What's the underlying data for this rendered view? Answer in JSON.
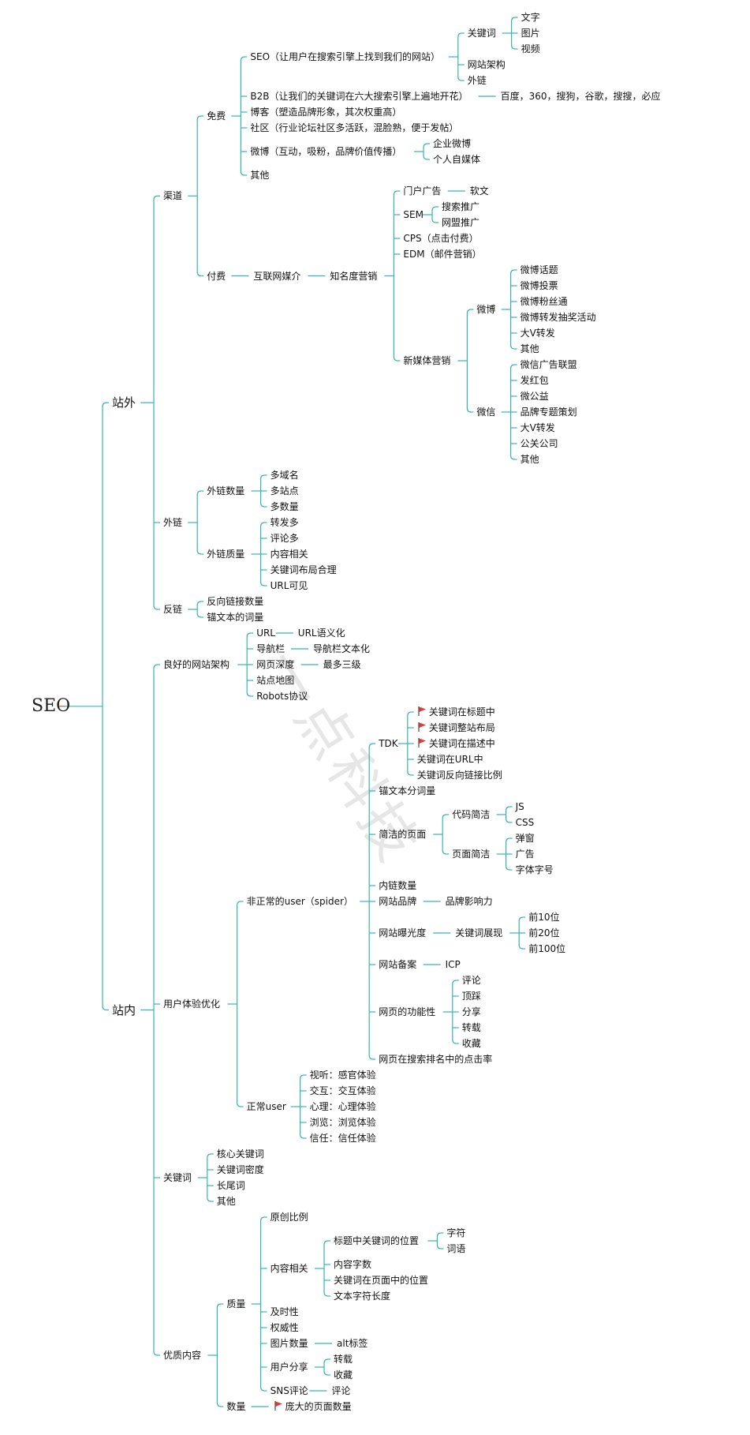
{
  "colors": {
    "line": "#35b5b0",
    "root_line": "#d9534f",
    "text": "#111111",
    "flag": "#e53935",
    "watermark": "#e6e6e6"
  },
  "watermark": "一点科技",
  "tree": {
    "label": "SEO",
    "children": [
      {
        "label": "站外",
        "children": [
          {
            "label": "渠道",
            "children": [
              {
                "label": "免费",
                "children": [
                  {
                    "label": "SEO（让用户在搜索引擎上找到我们的网站）",
                    "children": [
                      {
                        "label": "关键词",
                        "children": [
                          {
                            "label": "文字"
                          },
                          {
                            "label": "图片"
                          },
                          {
                            "label": "视频"
                          }
                        ]
                      },
                      {
                        "label": "网站架构"
                      },
                      {
                        "label": "外链"
                      }
                    ]
                  },
                  {
                    "label": "B2B（让我们的关键词在六大搜索引擎上遍地开花）",
                    "children": [
                      {
                        "label": "百度，360，搜狗，谷歌，搜搜，必应"
                      }
                    ]
                  },
                  {
                    "label": "博客（塑造品牌形象，其次权重高）"
                  },
                  {
                    "label": "社区（行业论坛社区多活跃，混脸熟，便于发帖）"
                  },
                  {
                    "label": "微博（互动，吸粉，品牌价值传播）",
                    "children": [
                      {
                        "label": "企业微博"
                      },
                      {
                        "label": "个人自媒体"
                      }
                    ]
                  },
                  {
                    "label": "其他"
                  }
                ]
              },
              {
                "label": "付费",
                "children": [
                  {
                    "label": "互联网媒介",
                    "children": [
                      {
                        "label": "知名度营销",
                        "children": [
                          {
                            "label": "门户广告",
                            "children": [
                              {
                                "label": "软文"
                              }
                            ]
                          },
                          {
                            "label": "SEM",
                            "children": [
                              {
                                "label": "搜索推广"
                              },
                              {
                                "label": "网盟推广"
                              }
                            ]
                          },
                          {
                            "label": "CPS（点击付费）"
                          },
                          {
                            "label": "EDM（邮件营销）"
                          },
                          {
                            "label": "新媒体营销",
                            "children": [
                              {
                                "label": "微博",
                                "children": [
                                  {
                                    "label": "微博话题"
                                  },
                                  {
                                    "label": "微博投票"
                                  },
                                  {
                                    "label": "微博粉丝通"
                                  },
                                  {
                                    "label": "微博转发抽奖活动"
                                  },
                                  {
                                    "label": "大V转发"
                                  },
                                  {
                                    "label": "其他"
                                  }
                                ]
                              },
                              {
                                "label": "微信",
                                "children": [
                                  {
                                    "label": "微信广告联盟"
                                  },
                                  {
                                    "label": "发红包"
                                  },
                                  {
                                    "label": "微公益"
                                  },
                                  {
                                    "label": "品牌专题策划"
                                  },
                                  {
                                    "label": "大V转发"
                                  },
                                  {
                                    "label": "公关公司"
                                  },
                                  {
                                    "label": "其他"
                                  }
                                ]
                              }
                            ]
                          }
                        ]
                      }
                    ]
                  }
                ]
              }
            ]
          },
          {
            "label": "外链",
            "children": [
              {
                "label": "外链数量",
                "children": [
                  {
                    "label": "多域名"
                  },
                  {
                    "label": "多站点"
                  },
                  {
                    "label": "多数量"
                  }
                ]
              },
              {
                "label": "外链质量",
                "children": [
                  {
                    "label": "转发多"
                  },
                  {
                    "label": "评论多"
                  },
                  {
                    "label": "内容相关"
                  },
                  {
                    "label": "关键词布局合理"
                  },
                  {
                    "label": "URL可见"
                  }
                ]
              }
            ]
          },
          {
            "label": "反链",
            "children": [
              {
                "label": "反向链接数量"
              },
              {
                "label": "锚文本的词量"
              }
            ]
          }
        ]
      },
      {
        "label": "站内",
        "children": [
          {
            "label": "良好的网站架构",
            "children": [
              {
                "label": "URL",
                "children": [
                  {
                    "label": "URL语义化"
                  }
                ]
              },
              {
                "label": "导航栏",
                "children": [
                  {
                    "label": "导航栏文本化"
                  }
                ]
              },
              {
                "label": "网页深度",
                "children": [
                  {
                    "label": "最多三级"
                  }
                ]
              },
              {
                "label": "站点地图"
              },
              {
                "label": "Robots协议"
              }
            ]
          },
          {
            "label": "用户体验优化",
            "children": [
              {
                "label": "非正常的user（spider）",
                "children": [
                  {
                    "label": "TDK",
                    "children": [
                      {
                        "label": "关键词在标题中",
                        "flag": true
                      },
                      {
                        "label": "关键词整站布局",
                        "flag": true
                      },
                      {
                        "label": "关键词在描述中",
                        "flag": true
                      },
                      {
                        "label": "关键词在URL中"
                      },
                      {
                        "label": "关键词反向链接比例"
                      }
                    ]
                  },
                  {
                    "label": "锚文本分词量"
                  },
                  {
                    "label": "简洁的页面",
                    "children": [
                      {
                        "label": "代码简洁",
                        "children": [
                          {
                            "label": "JS"
                          },
                          {
                            "label": "CSS"
                          }
                        ]
                      },
                      {
                        "label": "页面简洁",
                        "children": [
                          {
                            "label": "弹窗"
                          },
                          {
                            "label": "广告"
                          },
                          {
                            "label": "字体字号"
                          }
                        ]
                      }
                    ]
                  },
                  {
                    "label": "内链数量"
                  },
                  {
                    "label": "网站品牌",
                    "children": [
                      {
                        "label": "品牌影响力"
                      }
                    ]
                  },
                  {
                    "label": "网站曝光度",
                    "children": [
                      {
                        "label": "关键词展现",
                        "children": [
                          {
                            "label": "前10位"
                          },
                          {
                            "label": "前20位"
                          },
                          {
                            "label": "前100位"
                          }
                        ]
                      }
                    ]
                  },
                  {
                    "label": "网站备案",
                    "children": [
                      {
                        "label": "ICP"
                      }
                    ]
                  },
                  {
                    "label": "网页的功能性",
                    "children": [
                      {
                        "label": "评论"
                      },
                      {
                        "label": "顶踩"
                      },
                      {
                        "label": "分享"
                      },
                      {
                        "label": "转载"
                      },
                      {
                        "label": "收藏"
                      }
                    ]
                  },
                  {
                    "label": "网页在搜索排名中的点击率"
                  }
                ]
              },
              {
                "label": "正常user",
                "children": [
                  {
                    "label": "视听：感官体验"
                  },
                  {
                    "label": "交互：交互体验"
                  },
                  {
                    "label": "心理：心理体验"
                  },
                  {
                    "label": "浏览：浏览体验"
                  },
                  {
                    "label": "信任：信任体验"
                  }
                ]
              }
            ]
          },
          {
            "label": "关键词",
            "children": [
              {
                "label": "核心关键词"
              },
              {
                "label": "关键词密度"
              },
              {
                "label": "长尾词"
              },
              {
                "label": "其他"
              }
            ]
          },
          {
            "label": "优质内容",
            "children": [
              {
                "label": "质量",
                "children": [
                  {
                    "label": "原创比例"
                  },
                  {
                    "label": "内容相关",
                    "children": [
                      {
                        "label": "标题中关键词的位置",
                        "children": [
                          {
                            "label": "字符"
                          },
                          {
                            "label": "词语"
                          }
                        ]
                      },
                      {
                        "label": "内容字数"
                      },
                      {
                        "label": "关键词在页面中的位置"
                      },
                      {
                        "label": "文本字符长度"
                      }
                    ]
                  },
                  {
                    "label": "及时性"
                  },
                  {
                    "label": "权威性"
                  },
                  {
                    "label": "图片数量",
                    "children": [
                      {
                        "label": "alt标签"
                      }
                    ]
                  },
                  {
                    "label": "用户分享",
                    "children": [
                      {
                        "label": "转载"
                      },
                      {
                        "label": "收藏"
                      }
                    ]
                  },
                  {
                    "label": "SNS评论",
                    "children": [
                      {
                        "label": "评论"
                      }
                    ]
                  }
                ]
              },
              {
                "label": "数量",
                "children": [
                  {
                    "label": "庞大的页面数量",
                    "flag": true
                  }
                ]
              }
            ]
          }
        ]
      }
    ]
  }
}
